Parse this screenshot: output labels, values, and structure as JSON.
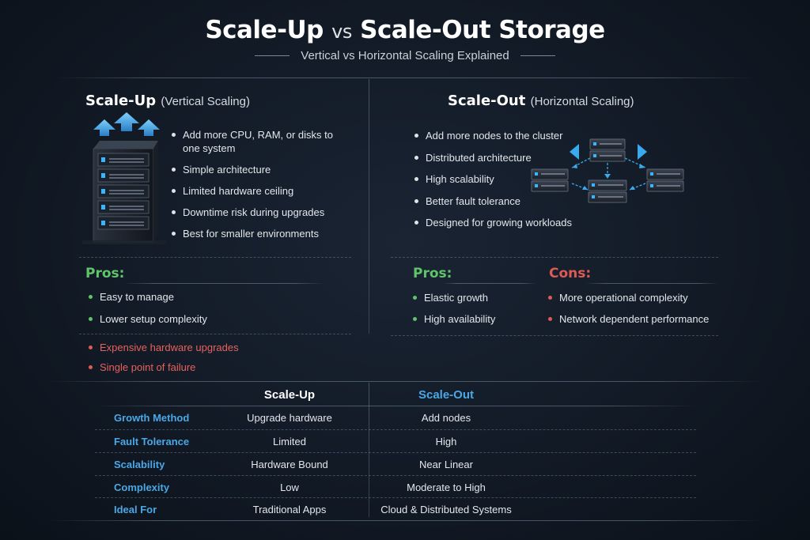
{
  "header": {
    "title_left": "Scale-Up",
    "title_vs": "vs",
    "title_right": "Scale-Out Storage",
    "subtitle": "Vertical vs Horizontal Scaling Explained"
  },
  "scale_up": {
    "heading": "Scale-Up",
    "heading_sub": "(Vertical Scaling)",
    "bullets": [
      "Add more CPU, RAM, or disks to one system",
      "Simple architecture",
      "Limited hardware ceiling",
      "Downtime risk during upgrades",
      "Best for smaller environments"
    ],
    "pros_label": "Pros:",
    "pros": [
      "Easy to manage",
      "Lower setup complexity"
    ],
    "cons": [
      "Expensive hardware upgrades",
      "Single point of failure"
    ]
  },
  "scale_out": {
    "heading": "Scale-Out",
    "heading_sub": "(Horizontal Scaling)",
    "bullets": [
      "Add more nodes to the cluster",
      "Distributed architecture",
      "High scalability",
      "Better fault tolerance",
      "Designed for growing workloads"
    ],
    "pros_label": "Pros:",
    "pros": [
      "Elastic growth",
      "High availability"
    ],
    "cons_label": "Cons:",
    "cons": [
      "More operational complexity",
      "Network dependent performance"
    ]
  },
  "comparison": {
    "col_up": "Scale-Up",
    "col_out": "Scale-Out",
    "rows": [
      {
        "label": "Growth Method",
        "up": "Upgrade hardware",
        "out": "Add nodes"
      },
      {
        "label": "Fault Tolerance",
        "up": "Limited",
        "out": "High"
      },
      {
        "label": "Scalability",
        "up": "Hardware Bound",
        "out": "Near Linear"
      },
      {
        "label": "Complexity",
        "up": "Low",
        "out": "Moderate to High"
      },
      {
        "label": "Ideal For",
        "up": "Traditional Apps",
        "out": "Cloud & Distributed Systems"
      }
    ]
  },
  "colors": {
    "accent_blue": "#4aa8e6",
    "pros_green": "#5fc46a",
    "cons_red": "#e05a55",
    "background": "#121a26"
  },
  "icons": {
    "scale_up": "server-tower-with-up-arrows-icon",
    "scale_out": "server-cluster-network-icon"
  }
}
